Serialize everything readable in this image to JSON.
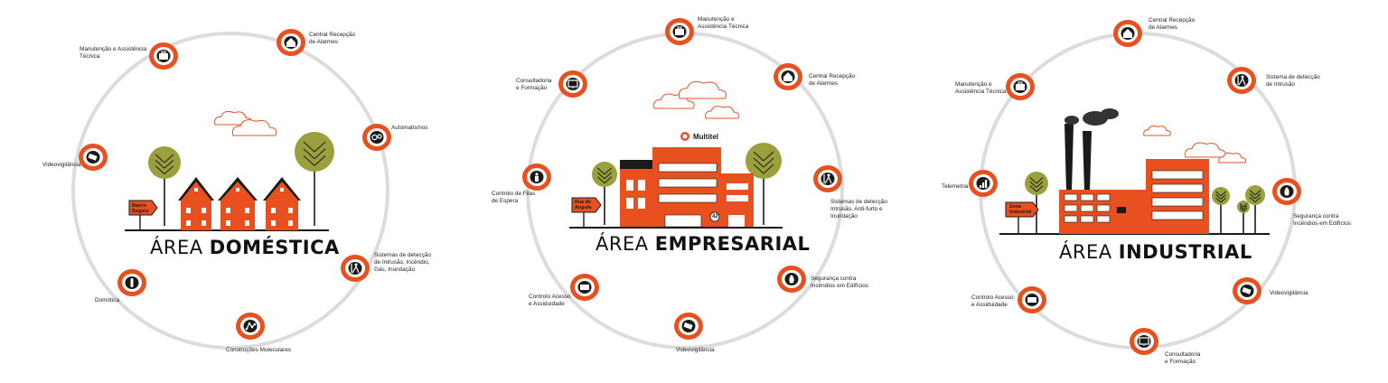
{
  "colors": {
    "accent": "#e8501f",
    "ring": "#dcdcdc",
    "tree_green": "#9aa13c",
    "dark": "#1a1a1a"
  },
  "areas": [
    {
      "id": "domestica",
      "title_prefix": "ÁREA",
      "title_bold": "DOMÉSTICA",
      "sign": "Bairro\nSeguro",
      "items": [
        {
          "label": "Central Recepção\nde Alarmes",
          "icon": "house-alarm-icon"
        },
        {
          "label": "Automatismos",
          "icon": "gears-icon"
        },
        {
          "label": "Sistemas de detecção\nde Intrusão, Incêndio,\nGás, Inundação",
          "icon": "intruder-icon"
        },
        {
          "label": "Construções Moleculares",
          "icon": "molecule-icon"
        },
        {
          "label": "Domótica",
          "icon": "touch-icon"
        },
        {
          "label": "Videovigilância",
          "icon": "camera-icon"
        },
        {
          "label": "Manutenção e Assistência\nTécnica",
          "icon": "toolbox-icon"
        }
      ]
    },
    {
      "id": "empresarial",
      "title_prefix": "ÁREA",
      "title_bold": "EMPRESARIAL",
      "sign": "Rua de\nAngola",
      "brand": "Multitel",
      "door_number": "42",
      "items": [
        {
          "label": "Manutenção e\nAssistência Técnica",
          "icon": "toolbox-icon"
        },
        {
          "label": "Central Recepção\nde Alarmes",
          "icon": "house-alarm-icon"
        },
        {
          "label": "Sistemas de detecção\nIntrusão, Anti-furto e\nInundação",
          "icon": "intruder-icon"
        },
        {
          "label": "Segurança contra\nIncêndios em Edifícios",
          "icon": "fire-icon"
        },
        {
          "label": "Videovigilância",
          "icon": "camera-icon"
        },
        {
          "label": "Controlo Acesso\ne Assiduidade",
          "icon": "card-reader-icon"
        },
        {
          "label": "Controlo de Filas\nde Espera",
          "icon": "queue-icon"
        },
        {
          "label": "Consultadoria\ne Formação",
          "icon": "presentation-icon"
        }
      ]
    },
    {
      "id": "industrial",
      "title_prefix": "ÁREA",
      "title_bold": "INDUSTRIAL",
      "sign": "Zona\nIndustrial",
      "items": [
        {
          "label": "Central Recepção\nde Alarmes",
          "icon": "house-alarm-icon"
        },
        {
          "label": "Sistema de detecção\nde Intrusão",
          "icon": "intruder-icon"
        },
        {
          "label": "Segurança contra\nIncêndios em Edifícios",
          "icon": "fire-icon"
        },
        {
          "label": "Videovigilância",
          "icon": "camera-icon"
        },
        {
          "label": "Consultadoria\ne Formação",
          "icon": "presentation-icon"
        },
        {
          "label": "Controlo Acesso\ne Assiduidade",
          "icon": "card-reader-icon"
        },
        {
          "label": "Telemetria",
          "icon": "bar-chart-icon"
        },
        {
          "label": "Manutenção e\nAssistência Técnica",
          "icon": "toolbox-icon"
        }
      ]
    }
  ]
}
